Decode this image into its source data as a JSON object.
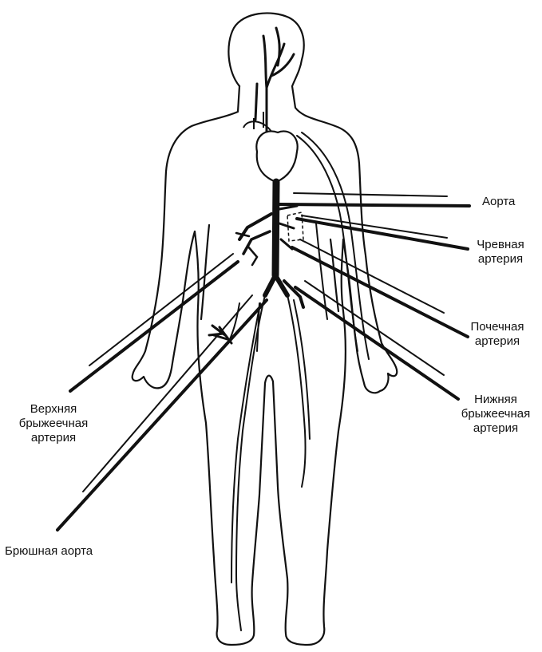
{
  "labels": {
    "aorta": "Аорта",
    "celiac": [
      "Чревная",
      "артерия"
    ],
    "renal": [
      "Почечная",
      "артерия"
    ],
    "inferior_mesenteric": [
      "Нижняя",
      "брыжеечная",
      "артерия"
    ],
    "superior_mesenteric": [
      "Верхняя",
      "брыжеечная",
      "артерия"
    ],
    "abdominal_aorta": "Брюшная аорта"
  },
  "colors": {
    "ink": "#111111",
    "background": "#ffffff"
  }
}
